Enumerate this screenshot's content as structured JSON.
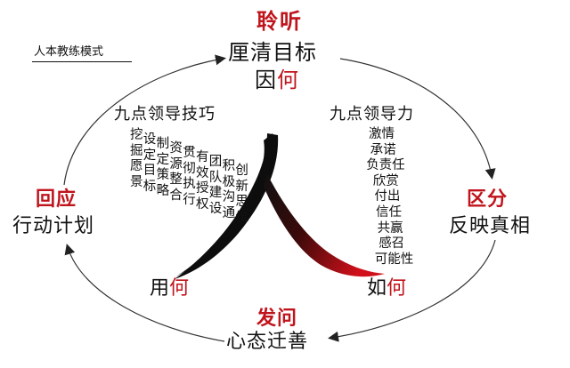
{
  "title": "人本教练模式",
  "nodes": {
    "top": {
      "red": "聆听",
      "line1": "厘清目标",
      "line2_black": "因",
      "line2_red": "何"
    },
    "right": {
      "red": "区分",
      "line1": "反映真相"
    },
    "bottom": {
      "red": "发问",
      "line1": "心态迁善"
    },
    "left": {
      "red": "回应",
      "line1": "行动计划"
    }
  },
  "center_char": "人",
  "use_how": {
    "black": "用",
    "red": "何"
  },
  "as_how": {
    "black": "如",
    "red": "何"
  },
  "left_group": {
    "title": "九点领导技巧",
    "items": [
      "挖掘愿景",
      "设定目标",
      "制定策略",
      "资源整合",
      "贯彻执行",
      "有效授权",
      "团队建设",
      "积极沟通",
      "创新思维"
    ]
  },
  "right_group": {
    "title": "九点领导力",
    "items": [
      "激情",
      "承诺",
      "负责任",
      "欣赏",
      "付出",
      "信任",
      "共赢",
      "感召",
      "可能性"
    ]
  },
  "colors": {
    "accent_red": "#c0141c",
    "ink": "#111111",
    "cycle_line": "#333333"
  }
}
